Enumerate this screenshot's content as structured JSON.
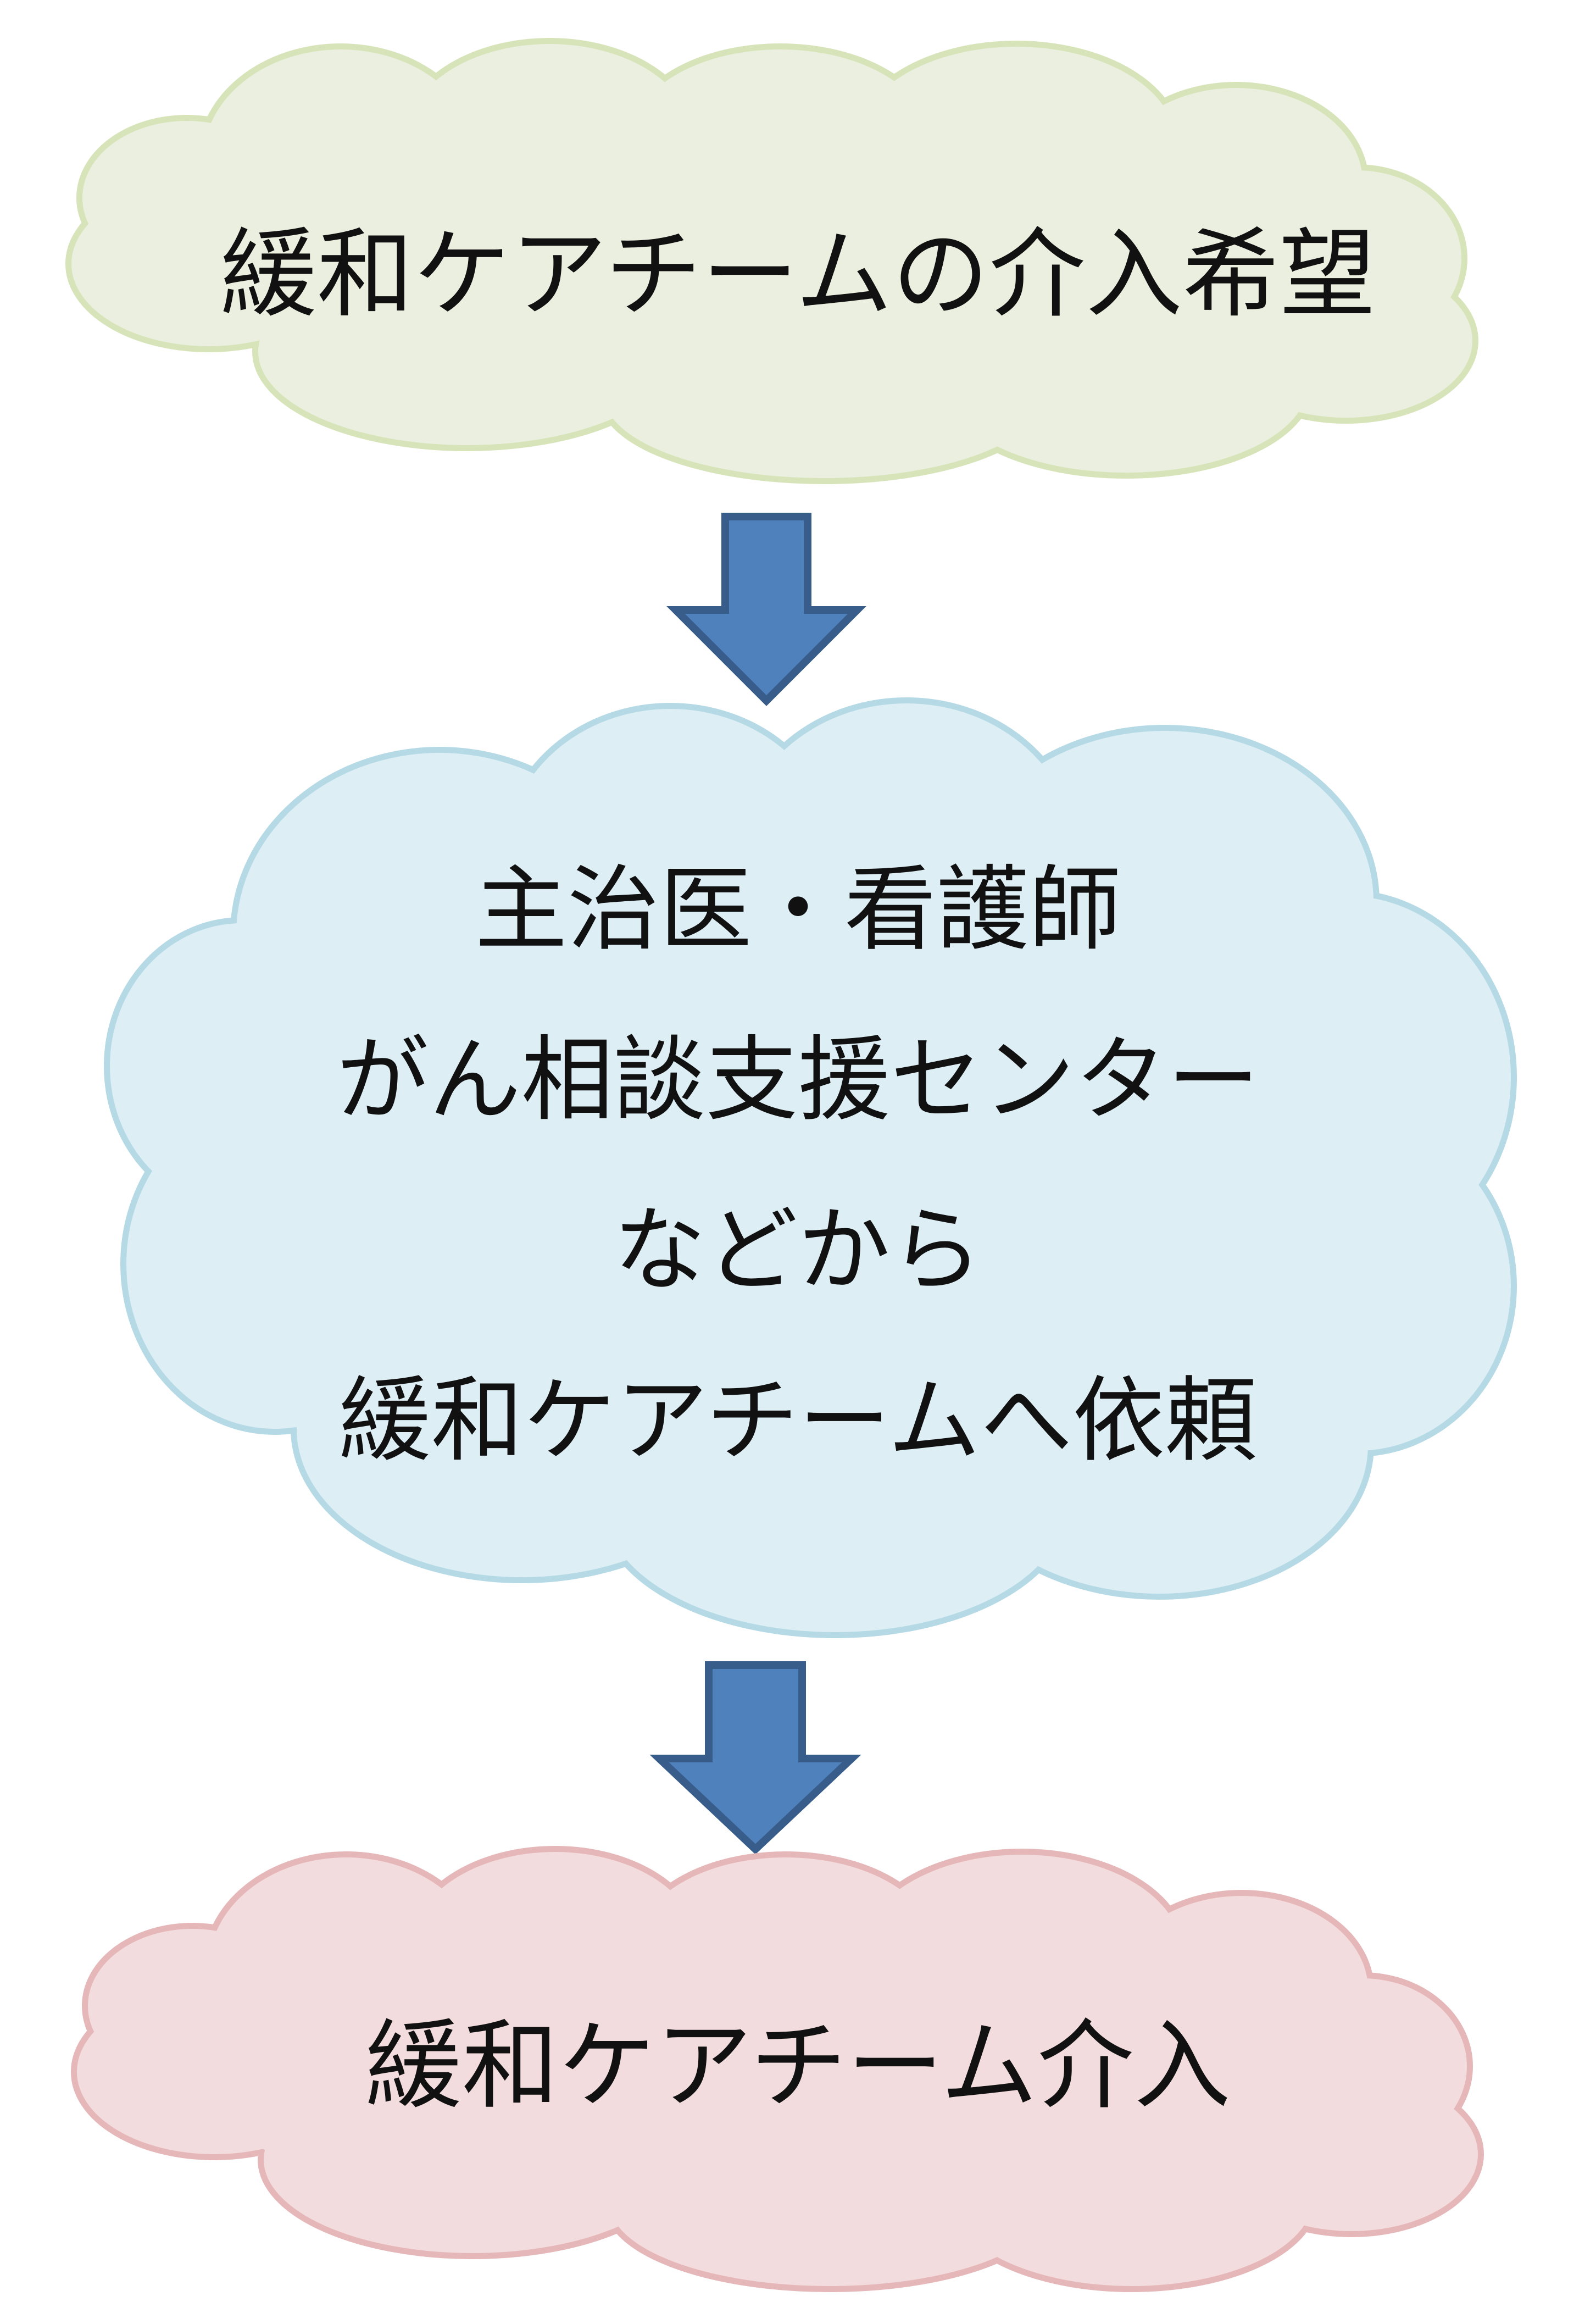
{
  "nodes": {
    "top": {
      "text": "緩和ケアチームの介入希望",
      "fill": "#ebefdf",
      "stroke": "#d7e4b9"
    },
    "middle": {
      "lines": [
        "主治医・看護師",
        "がん相談支援センター",
        "などから",
        "緩和ケアチームへ依頼"
      ],
      "fill": "#ddeef5",
      "stroke": "#b5dae6"
    },
    "bottom": {
      "text": "緩和ケアチーム介入",
      "fill": "#f3dcdd",
      "stroke": "#e6b7b9"
    }
  },
  "arrows": {
    "fill": "#4f81bd",
    "stroke": "#385d8a",
    "direction": "down"
  }
}
